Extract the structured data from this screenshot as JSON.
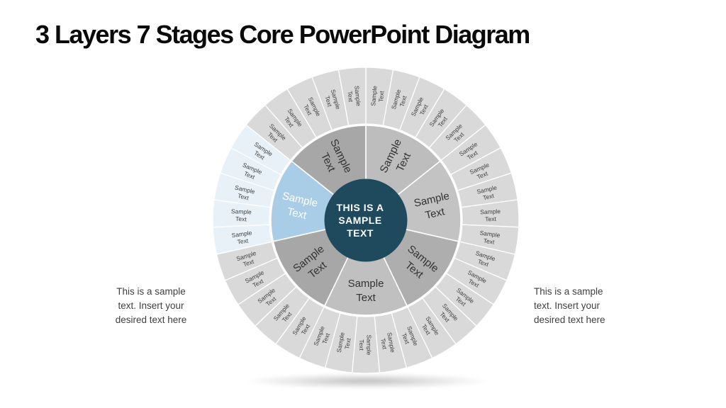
{
  "slide": {
    "title": "3 Layers 7 Stages Core PowerPoint Diagram",
    "background": "#ffffff"
  },
  "diagram": {
    "center_circle": {
      "lines": [
        "THIS IS A",
        "SAMPLE",
        "TEXT"
      ],
      "fill": "#1f4a5d",
      "text_color": "#ffffff"
    },
    "middle_ring": {
      "segment_label": [
        "Sample",
        "Text"
      ],
      "segments": [
        {
          "fill": "#bdbdbd",
          "text_color": "#333333",
          "highlighted": false
        },
        {
          "fill": "#c3c3c3",
          "text_color": "#333333",
          "highlighted": false
        },
        {
          "fill": "#aeaeae",
          "text_color": "#333333",
          "highlighted": false
        },
        {
          "fill": "#c0c0c0",
          "text_color": "#333333",
          "highlighted": false
        },
        {
          "fill": "#a7a7a7",
          "text_color": "#333333",
          "highlighted": false
        },
        {
          "fill": "#a9cde7",
          "text_color": "#ffffff",
          "highlighted": true
        },
        {
          "fill": "#a7a7a7",
          "text_color": "#333333",
          "highlighted": false
        }
      ]
    },
    "outer_ring": {
      "wedge_label": [
        "Sample",
        "Text"
      ],
      "wedge_count": 35,
      "fill": "#d9d9d9",
      "highlight_fill": "#e9f1f8",
      "highlighted_wedges": [
        25,
        26,
        27,
        28,
        29
      ],
      "divider_color": "#ffffff",
      "text_color": "#404040"
    }
  },
  "annotations": {
    "left_note": {
      "lines": [
        "This is a sample",
        "text. Insert your",
        "desired text here"
      ]
    },
    "right_note": {
      "lines": [
        "This is a sample",
        "text. Insert your",
        "desired text here"
      ]
    }
  }
}
